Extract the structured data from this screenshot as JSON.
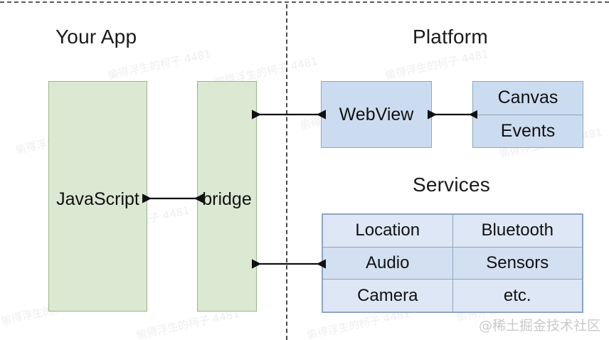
{
  "diagram": {
    "title_left": "Your App",
    "title_right": "Platform",
    "title_services": "Services",
    "divider": "vertical-dashed-boundary",
    "colors": {
      "app_fill": "#dbe8d2",
      "app_stroke": "#9bb58a",
      "platform_fill": "#ccdcf0",
      "platform_stroke": "#8ea5c4",
      "services_fill": "#dde7f5",
      "text": "#111111",
      "background": "#ffffff"
    }
  },
  "app_side": {
    "javascript_box": "JavaScript",
    "bridge_box": "bridge"
  },
  "platform_side": {
    "webview_box": "WebView",
    "canvas_events": [
      "Canvas",
      "Events"
    ]
  },
  "services": {
    "rows": [
      [
        "Location",
        "Bluetooth"
      ],
      [
        "Audio",
        "Sensors"
      ],
      [
        "Camera",
        "etc."
      ]
    ]
  },
  "connectors": [
    {
      "name": "javascript-to-bridge",
      "from": "JavaScript",
      "to": "bridge",
      "style": "double-arrow"
    },
    {
      "name": "bridge-to-webview",
      "from": "bridge",
      "to": "WebView",
      "style": "double-arrow"
    },
    {
      "name": "bridge-to-services",
      "from": "bridge",
      "to": "Services",
      "style": "double-arrow"
    },
    {
      "name": "webview-to-canvas-events",
      "from": "WebView",
      "to": "Canvas/Events",
      "style": "double-arrow"
    }
  ],
  "watermark": {
    "text": "@稀土掘金技术社区",
    "tile_text": "偷得浮生的柯子 4481"
  }
}
